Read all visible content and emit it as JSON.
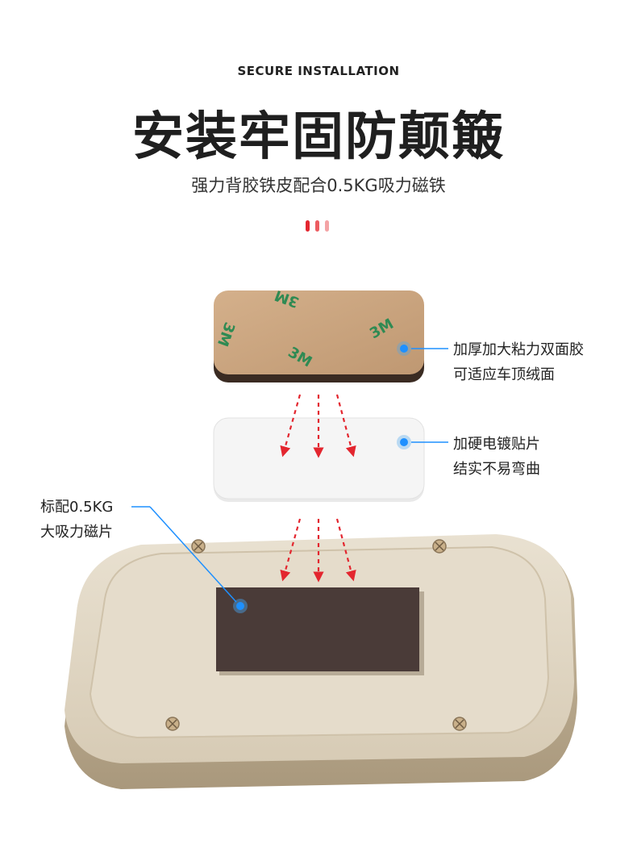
{
  "header": {
    "kicker": "SECURE INSTALLATION",
    "title": "安装牢固防颠簸",
    "subtitle": "强力背胶铁皮配合0.5KG吸力磁铁"
  },
  "product": {
    "adhesive_logo": "3M"
  },
  "callouts": {
    "adhesive": {
      "line1": "加厚加大粘力双面胶",
      "line2": "可适应车顶绒面"
    },
    "plate": {
      "line1": "加硬电镀贴片",
      "line2": "结实不易弯曲"
    },
    "magnet": {
      "line1": "标配0.5KG",
      "line2": "大吸力磁片"
    }
  },
  "colors": {
    "accent_red": "#e3262f",
    "callout_line": "#1e90ff",
    "adhesive_tan": "#c9a47f",
    "base_champagne": "#d8cbb3",
    "magnet_brown": "#4a3b38"
  }
}
